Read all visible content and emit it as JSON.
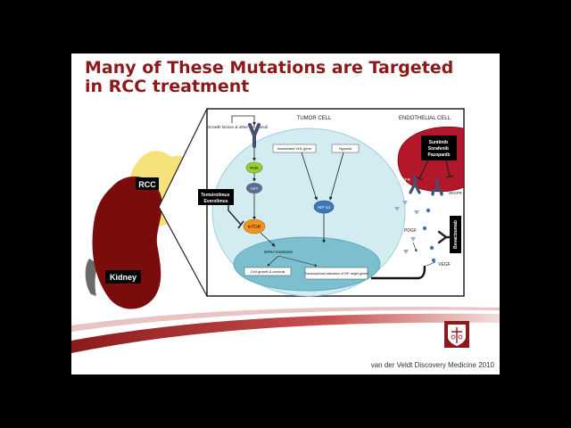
{
  "slide": {
    "title": "Many of These Mutations are Targeted in RCC treatment",
    "citation": "van der Veldt Discovery Medicine 2010"
  },
  "diagram": {
    "organ_labels": {
      "rcc": "RCC",
      "kidney": "Kidney"
    },
    "section_labels": {
      "tumor_cell": "TUMOR CELL",
      "endothelial_cell": "ENDOTHELIAL CELL"
    },
    "growth_factors": "Growth factors & other cell stimuli",
    "nodes": {
      "pi3k": "PI3K",
      "akt": "AKT",
      "mtor": "mTOR",
      "vhl": "Inactivated VHL gene",
      "hypoxia": "Hypoxia",
      "hif": "HIF-1α",
      "mrna": "mRNA translation",
      "cell_growth": "Cell growth & survival",
      "transcription": "Transcriptional activation of HIF target genes",
      "pdgf": "PDGF",
      "vegf": "VEGF",
      "pdgfr": "PDGFR",
      "vegfr": "VEGFR"
    },
    "drugs": {
      "mtor_inhibitors": [
        "Temsirolimus",
        "Everolimus"
      ],
      "tki": [
        "Sunitinib",
        "Sorafenib",
        "Pazopanib"
      ],
      "antibody": "Bevacizumab"
    },
    "colors": {
      "title": "#8c1a1a",
      "kidney": "#7a0c0c",
      "rcc": "#f6e27a",
      "cell": "#d3ecf1",
      "nucleus": "#7cc0cf",
      "endothelial": "#b3182a",
      "receptor": "#445072",
      "pi3k": "#9acd32",
      "akt": "#5a6b8c",
      "mtor": "#f0941e",
      "hif": "#3e77b5",
      "ligand": "#a6a9c4"
    }
  }
}
